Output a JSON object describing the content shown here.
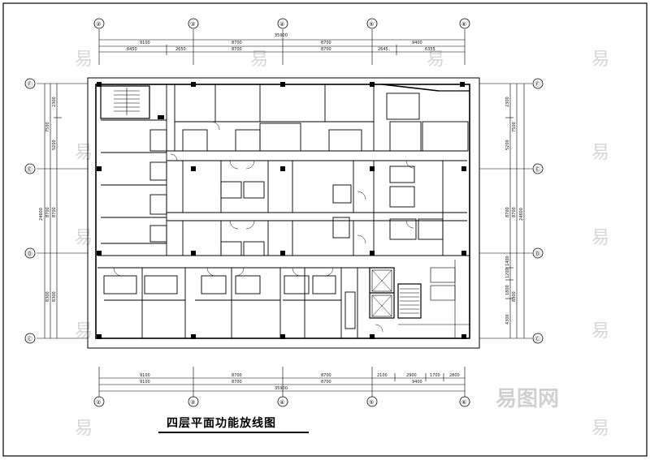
{
  "title": "四层平面功能放线图",
  "watermark": "易",
  "logo_text": "易图网",
  "axes": {
    "top": [
      "②",
      "③",
      "④",
      "⑤",
      "⑥"
    ],
    "bottom": [
      "②",
      "③",
      "④",
      "⑤",
      "⑥"
    ],
    "left": [
      "Ⓕ",
      "Ⓔ",
      "Ⓓ",
      "Ⓒ"
    ],
    "right": [
      "Ⓕ",
      "Ⓔ",
      "Ⓓ",
      "Ⓒ"
    ]
  },
  "top_dims": {
    "total": "35900",
    "row1": [
      "9100",
      "8700",
      "8700",
      "9400"
    ],
    "row2": [
      "6450",
      "2650",
      "8700",
      "8700",
      "2645",
      "6355"
    ]
  },
  "bottom_dims": {
    "total": "35900",
    "row1": [
      "9100",
      "8700",
      "8700",
      "2100",
      "2900",
      "1700",
      "2800"
    ],
    "row2": [
      "9100",
      "8700",
      "8700",
      "9400"
    ]
  },
  "left_dims": {
    "outer": "24600",
    "mid": [
      "7500",
      "8700",
      "8300"
    ],
    "inner": [
      "2300",
      "5200",
      "8700",
      "8300"
    ]
  },
  "right_dims": {
    "outer": "24600",
    "mid": [
      "7500",
      "8700",
      "8300"
    ],
    "inner": [
      "2300",
      "5200",
      "8700",
      "1400",
      "1200",
      "1800",
      "4300"
    ]
  },
  "colors": {
    "line": "#000000",
    "watermark": "#d6d6d6"
  }
}
